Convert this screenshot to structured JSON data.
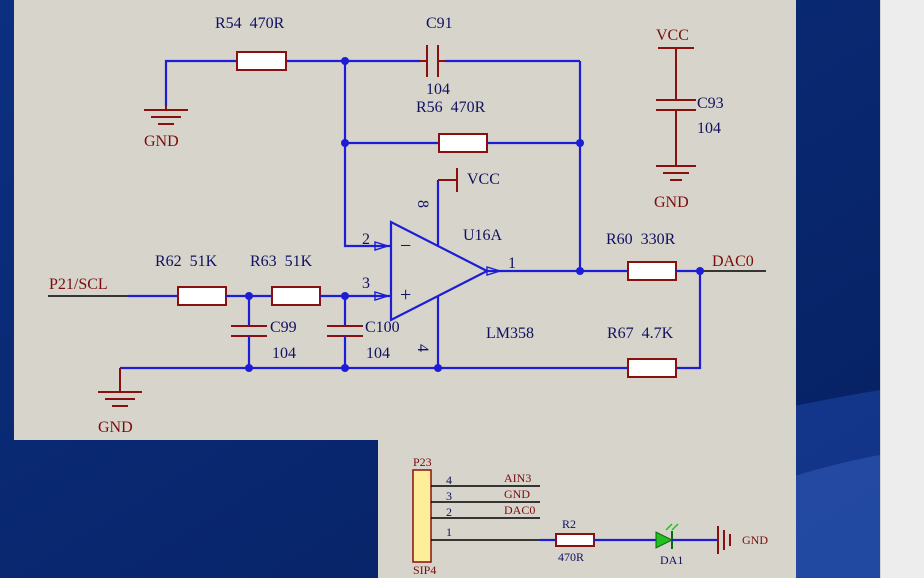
{
  "main_circuit": {
    "r54": "R54",
    "r54_val": "470R",
    "c91": "C91",
    "c91_val": "104",
    "r56": "R56",
    "r56_val": "470R",
    "vcc1": "VCC",
    "vcc2": "VCC",
    "c93": "C93",
    "c93_val": "104",
    "gnd1": "GND",
    "gnd2": "GND",
    "gnd3": "GND",
    "u16": "U16A",
    "lm358": "LM358",
    "pin2": "2",
    "pin3": "3",
    "pin1": "1",
    "pin8": "8",
    "pin4": "4",
    "r62": "R62",
    "r62_val": "51K",
    "r63": "R63",
    "r63_val": "51K",
    "r60": "R60",
    "r60_val": "330R",
    "r67": "R67",
    "r67_val": "4.7K",
    "c99": "C99",
    "c99_val": "104",
    "c100": "C100",
    "c100_val": "104",
    "dac0": "DAC0",
    "p21": "P21/SCL",
    "minus": "−",
    "plus": "+"
  },
  "connector": {
    "p23": "P23",
    "sip4": "SIP4",
    "pins": [
      "4",
      "3",
      "2",
      "1"
    ],
    "nets": [
      "AIN3",
      "GND",
      "DAC0"
    ],
    "r2": "R2",
    "r2_val": "470R",
    "da1": "DA1",
    "gnd": "GND"
  }
}
